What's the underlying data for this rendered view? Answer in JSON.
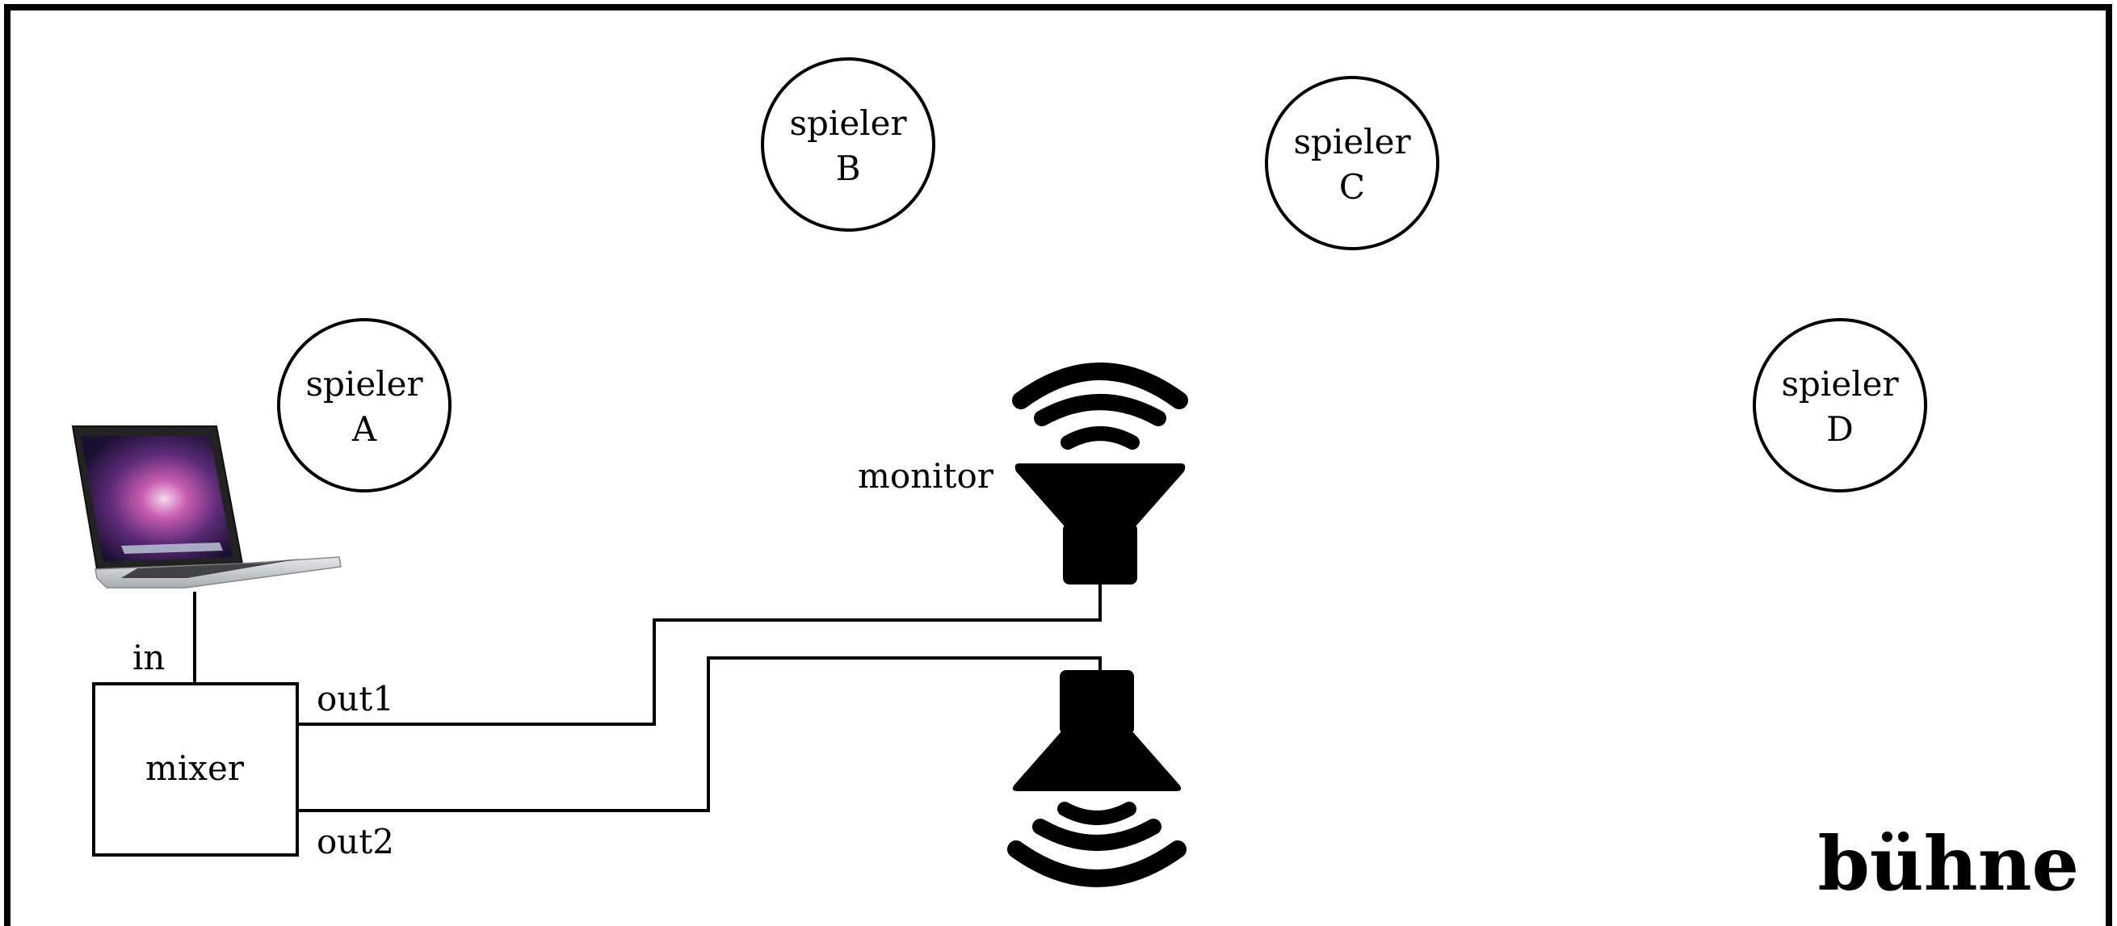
{
  "stage": {
    "title": "bühne",
    "players": [
      {
        "line1": "spieler",
        "line2": "A"
      },
      {
        "line1": "spieler",
        "line2": "B"
      },
      {
        "line1": "spieler",
        "line2": "C"
      },
      {
        "line1": "spieler",
        "line2": "D"
      }
    ]
  },
  "mixer": {
    "label": "mixer",
    "input_label": "in",
    "output1_label": "out1",
    "output2_label": "out2"
  },
  "speakers": {
    "monitor_label": "monitor"
  },
  "colors": {
    "stroke": "#000000",
    "background": "#ffffff"
  },
  "icons": [
    "laptop-icon",
    "monitor-speaker-icon",
    "main-speaker-icon"
  ]
}
